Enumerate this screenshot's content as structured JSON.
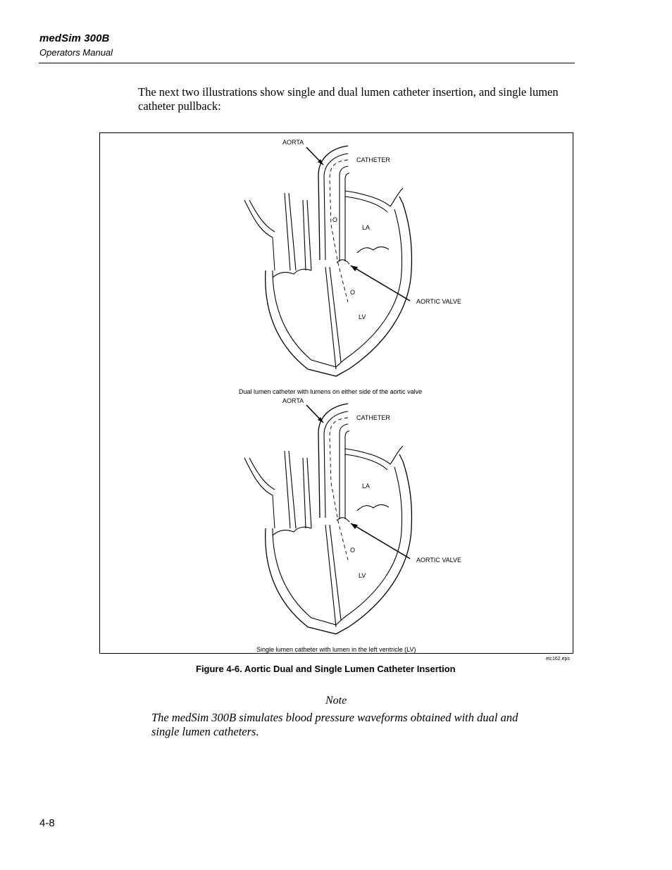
{
  "header": {
    "title": "medSim 300B",
    "subtitle": "Operators Manual"
  },
  "intro_text": "The next two illustrations show single and dual lumen catheter insertion, and single lumen catheter pullback:",
  "figure": {
    "top_diagram": {
      "aorta_label": "AORTA",
      "catheter_label": "CATHETER",
      "la_label": "LA",
      "lv_label": "LV",
      "aortic_valve_label": "AORTIC VALVE",
      "lumen_marker_1": "O",
      "lumen_marker_2": "O",
      "caption": "Dual lumen catheter with lumens on either side of the aortic valve"
    },
    "bottom_diagram": {
      "aorta_label": "AORTA",
      "catheter_label": "CATHETER",
      "la_label": "LA",
      "lv_label": "LV",
      "aortic_valve_label": "AORTIC VALVE",
      "lumen_marker": "O",
      "caption": "Single lumen catheter with lumen in the left ventricle (LV)"
    },
    "source_file": "eic162.eps",
    "caption": "Figure 4-6. Aortic Dual and Single Lumen Catheter Insertion"
  },
  "note": {
    "heading": "Note",
    "body": "The medSim 300B simulates blood pressure waveforms obtained with dual and single lumen catheters."
  },
  "page_number": "4-8"
}
